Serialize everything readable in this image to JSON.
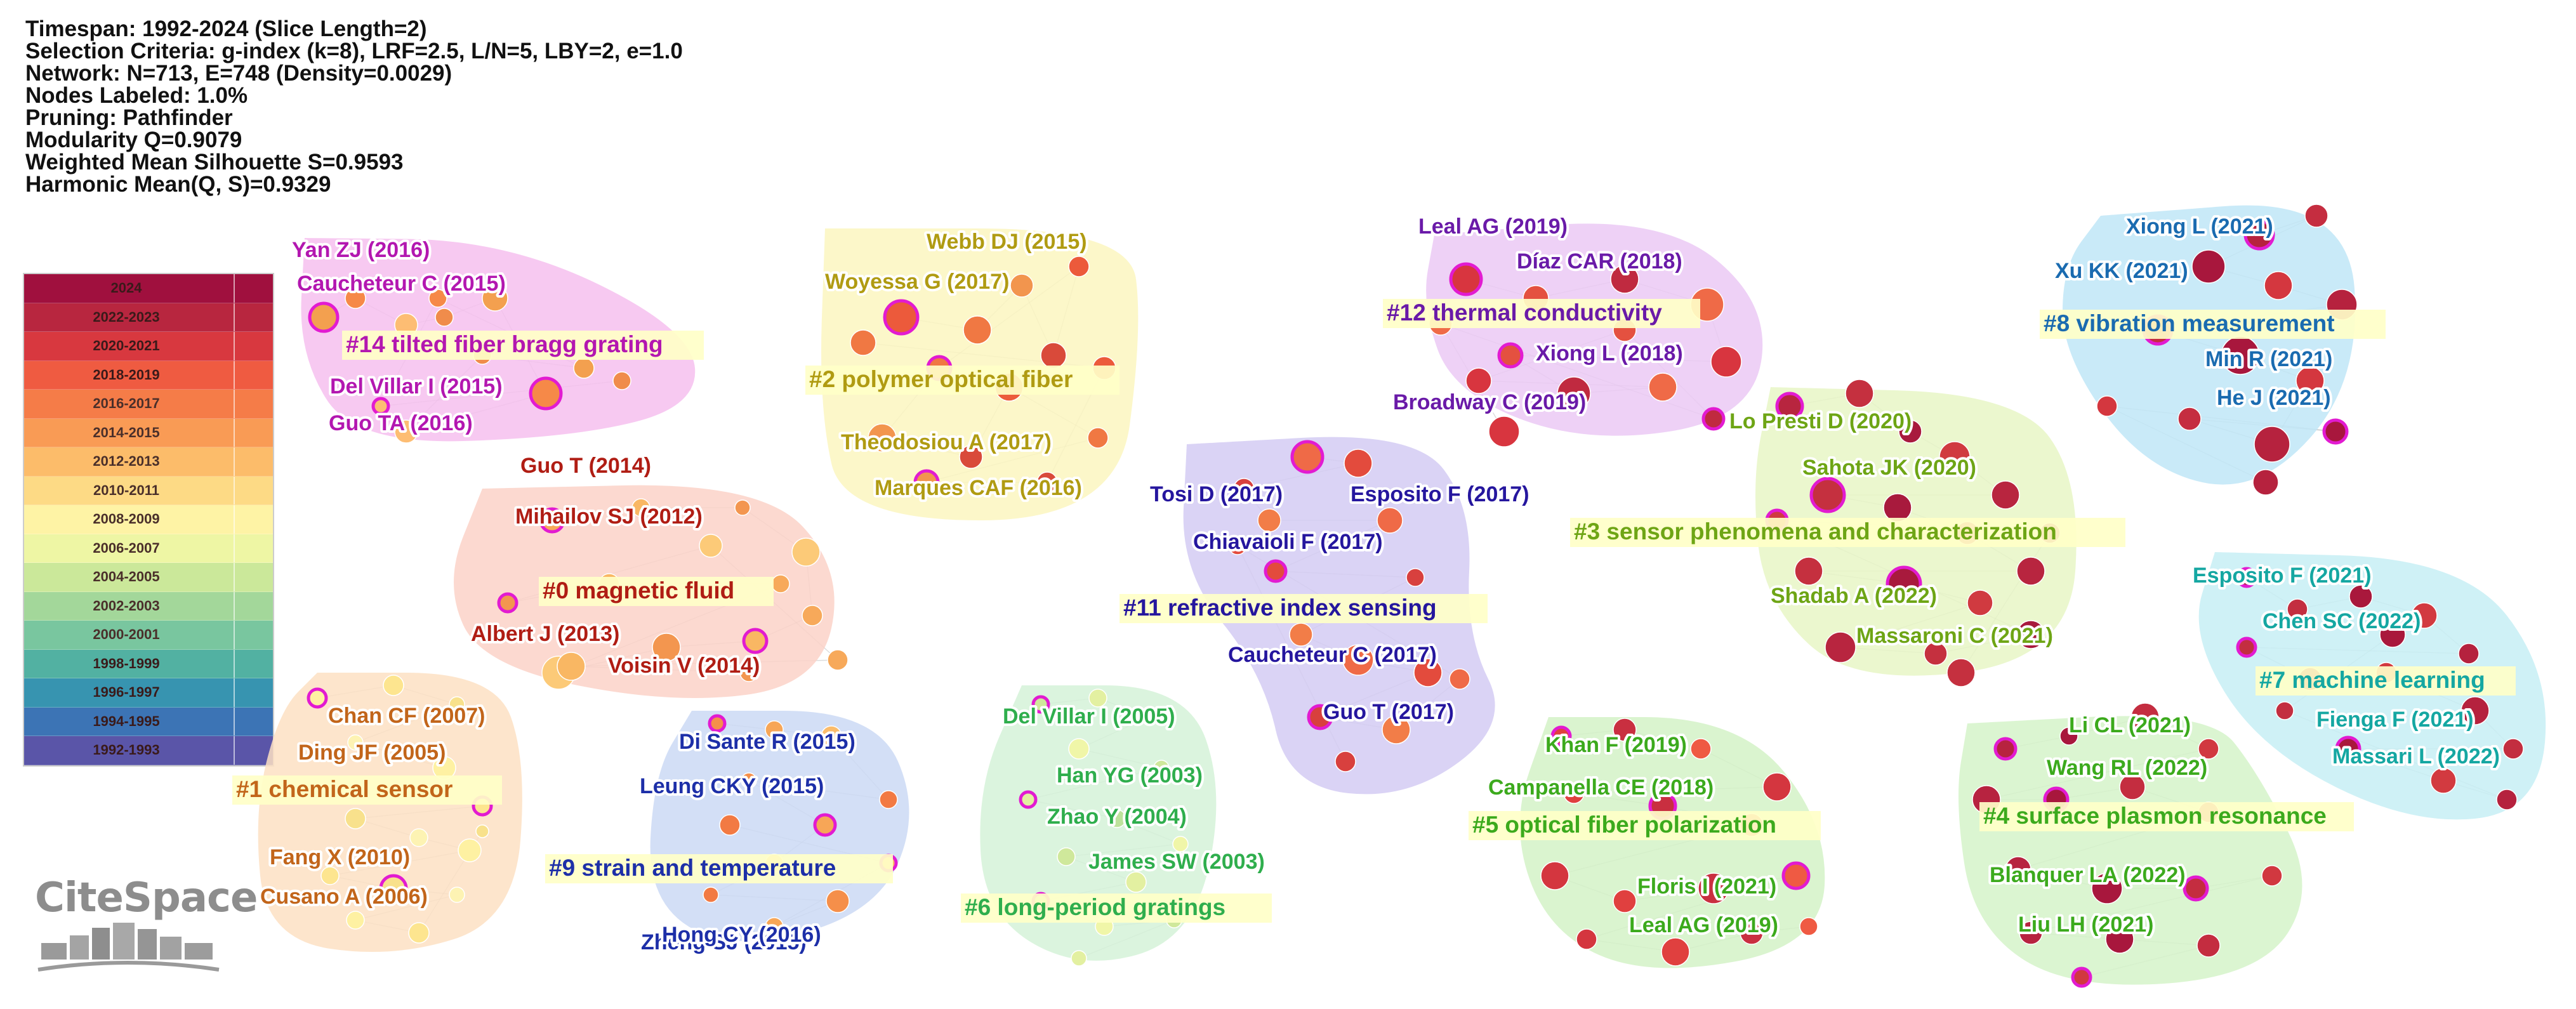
{
  "header": {
    "lines": [
      "Timespan: 1992-2024 (Slice Length=2)",
      "Selection Criteria: g-index (k=8), LRF=2.5, L/N=5, LBY=2, e=1.0",
      "Network: N=713, E=748 (Density=0.0029)",
      "Nodes Labeled: 1.0%",
      "Pruning: Pathfinder",
      "Modularity Q=0.9079",
      "Weighted Mean Silhouette S=0.9593",
      "Harmonic Mean(Q, S)=0.9329"
    ]
  },
  "legend": {
    "rows": [
      {
        "label": "2024",
        "color": "#a0103e"
      },
      {
        "label": "2022-2023",
        "color": "#b8263f"
      },
      {
        "label": "2020-2021",
        "color": "#d8383f"
      },
      {
        "label": "2018-2019",
        "color": "#ef5b41"
      },
      {
        "label": "2016-2017",
        "color": "#f57c48"
      },
      {
        "label": "2014-2015",
        "color": "#f99b55"
      },
      {
        "label": "2012-2013",
        "color": "#fcbc6a"
      },
      {
        "label": "2010-2011",
        "color": "#fdda85"
      },
      {
        "label": "2008-2009",
        "color": "#fef3a5"
      },
      {
        "label": "2006-2007",
        "color": "#eef6a4"
      },
      {
        "label": "2004-2005",
        "color": "#cbe89a"
      },
      {
        "label": "2002-2003",
        "color": "#a3d79a"
      },
      {
        "label": "2000-2001",
        "color": "#79c69f"
      },
      {
        "label": "1998-1999",
        "color": "#52b1a2"
      },
      {
        "label": "1996-1997",
        "color": "#3794b0"
      },
      {
        "label": "1994-1995",
        "color": "#3c74b5"
      },
      {
        "label": "1992-1993",
        "color": "#5a55a8"
      }
    ]
  },
  "clusters": [
    {
      "id": "c14",
      "label": "#14 tilted fiber bragg grating",
      "color": "#b317b0",
      "fill": "#f6c0ee",
      "authors": [
        "Yan ZJ (2016)",
        "Caucheteur C (2015)",
        "Del Villar I (2015)",
        "Guo TA (2016)"
      ]
    },
    {
      "id": "c2",
      "label": "#2 polymer optical fiber",
      "color": "#b09b12",
      "fill": "#fbf6bf",
      "authors": [
        "Webb DJ (2015)",
        "Woyessa G (2017)",
        "Theodosiou A (2017)",
        "Marques CAF (2016)"
      ]
    },
    {
      "id": "c12",
      "label": "#12 thermal conductivity",
      "color": "#6a1aa8",
      "fill": "#ebc9f4",
      "authors": [
        "Leal AG (2019)",
        "Díaz CAR (2018)",
        "Xiong L (2018)",
        "Broadway C (2019)"
      ]
    },
    {
      "id": "c8",
      "label": "#8 vibration measurement",
      "color": "#1a6bb0",
      "fill": "#bfe6f7",
      "authors": [
        "Xiong L (2021)",
        "Xu KK (2021)",
        "Min R (2021)",
        "He J (2021)"
      ]
    },
    {
      "id": "c0",
      "label": "#0 magnetic fluid",
      "color": "#b01d14",
      "fill": "#fcd2c8",
      "authors": [
        "Guo T (2014)",
        "Mihailov SJ (2012)",
        "Albert J (2013)",
        "Voisin V (2014)"
      ]
    },
    {
      "id": "c3",
      "label": "#3 sensor phenomena and characterization",
      "color": "#6ea515",
      "fill": "#e8f6c6",
      "authors": [
        "Lo Presti D (2020)",
        "Sahota JK (2020)",
        "Shadab A (2022)",
        "Massaroni C (2021)"
      ]
    },
    {
      "id": "c11",
      "label": "#11 refractive index sensing",
      "color": "#25169e",
      "fill": "#d3cbf3",
      "authors": [
        "Tosi D (2017)",
        "Esposito F (2017)",
        "Chiavaioli F (2017)",
        "Caucheteur C (2017)",
        "Guo T (2017)"
      ]
    },
    {
      "id": "c7",
      "label": "#7 machine learning",
      "color": "#15a7a2",
      "fill": "#c7eef4",
      "authors": [
        "Esposito F (2021)",
        "Chen SC (2022)",
        "Fienga F (2021)",
        "Massari L (2022)"
      ]
    },
    {
      "id": "c1",
      "label": "#1 chemical sensor",
      "color": "#c2651a",
      "fill": "#fde0c3",
      "authors": [
        "Chan CF (2007)",
        "Ding JF (2005)",
        "Fang X (2010)",
        "Cusano A (2006)"
      ]
    },
    {
      "id": "c9",
      "label": "#9 strain and temperature",
      "color": "#1d2fa8",
      "fill": "#cbd9f5",
      "authors": [
        "Di Sante R (2015)",
        "Leung CKY (2015)",
        "Zheng SJ (2015)",
        "Hong CY (2016)"
      ]
    },
    {
      "id": "c6",
      "label": "#6 long-period gratings",
      "color": "#2fae4d",
      "fill": "#d5f2d8",
      "authors": [
        "Del Villar I (2005)",
        "Han YG (2003)",
        "Zhao Y (2004)",
        "James SW (2003)"
      ]
    },
    {
      "id": "c5",
      "label": "#5 optical fiber polarization",
      "color": "#3caa1d",
      "fill": "#d3f2c7",
      "authors": [
        "Khan F (2019)",
        "Campanella CE (2018)",
        "Floris I (2021)",
        "Leal AG (2019)"
      ]
    },
    {
      "id": "c4",
      "label": "#4 surface plasmon resonance",
      "color": "#3caa1d",
      "fill": "#d5f3c9",
      "authors": [
        "Li CL (2021)",
        "Wang RL (2022)",
        "Blanquer LA (2022)",
        "Liu LH (2021)"
      ]
    }
  ],
  "logo": {
    "text": "CiteSpace"
  }
}
